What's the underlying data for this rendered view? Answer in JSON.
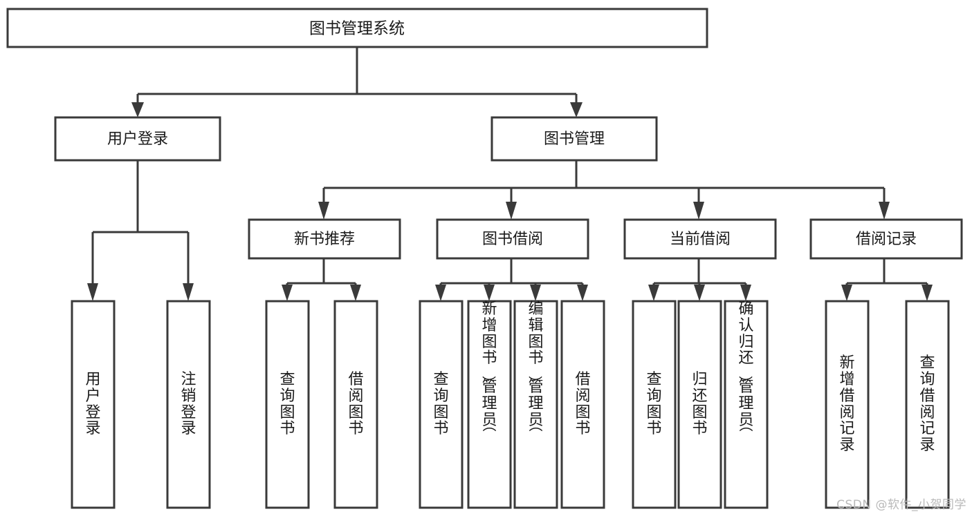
{
  "diagram": {
    "title": "图书管理系统",
    "type": "hierarchy-tree",
    "levels": 4,
    "colors": {
      "box_border": "#3a3a3a",
      "box_fill": "#ffffff",
      "connector": "#3a3a3a",
      "text": "#1a1a1a",
      "background": "#ffffff",
      "watermark": "#b9b9b9"
    },
    "root": {
      "label": "图书管理系统",
      "orientation": "horizontal"
    },
    "level2": [
      {
        "id": "user-login",
        "label": "用户登录",
        "orientation": "horizontal"
      },
      {
        "id": "book-manage",
        "label": "图书管理",
        "orientation": "horizontal"
      }
    ],
    "level3": [
      {
        "id": "new-book-recommend",
        "label": "新书推荐",
        "parent": "book-manage",
        "orientation": "horizontal"
      },
      {
        "id": "book-borrow",
        "label": "图书借阅",
        "parent": "book-manage",
        "orientation": "horizontal"
      },
      {
        "id": "current-borrow",
        "label": "当前借阅",
        "parent": "book-manage",
        "orientation": "horizontal"
      },
      {
        "id": "borrow-record",
        "label": "借阅记录",
        "parent": "book-manage",
        "orientation": "horizontal"
      }
    ],
    "leaves": [
      {
        "id": "leaf-user-login",
        "label": "用户登录",
        "parent": "user-login",
        "orientation": "vertical"
      },
      {
        "id": "leaf-user-logout",
        "label": "注销登录",
        "parent": "user-login",
        "orientation": "vertical"
      },
      {
        "id": "leaf-query-book-1",
        "label": "查询图书",
        "parent": "new-book-recommend",
        "orientation": "vertical"
      },
      {
        "id": "leaf-borrow-book-1",
        "label": "借阅图书",
        "parent": "new-book-recommend",
        "orientation": "vertical"
      },
      {
        "id": "leaf-query-book-2",
        "label": "查询图书",
        "parent": "book-borrow",
        "orientation": "vertical"
      },
      {
        "id": "leaf-add-book",
        "label": "新增图书（管理员）",
        "parent": "book-borrow",
        "orientation": "vertical"
      },
      {
        "id": "leaf-edit-book",
        "label": "编辑图书（管理员）",
        "parent": "book-borrow",
        "orientation": "vertical"
      },
      {
        "id": "leaf-borrow-book-2",
        "label": "借阅图书",
        "parent": "book-borrow",
        "orientation": "vertical"
      },
      {
        "id": "leaf-query-book-3",
        "label": "查询图书",
        "parent": "current-borrow",
        "orientation": "vertical"
      },
      {
        "id": "leaf-return-book",
        "label": "归还图书",
        "parent": "current-borrow",
        "orientation": "vertical"
      },
      {
        "id": "leaf-confirm-return",
        "label": "确认归还（管理员）",
        "parent": "current-borrow",
        "orientation": "vertical"
      },
      {
        "id": "leaf-add-record",
        "label": "新增借阅记录",
        "parent": "borrow-record",
        "orientation": "vertical"
      },
      {
        "id": "leaf-query-record",
        "label": "查询借阅记录",
        "parent": "borrow-record",
        "orientation": "vertical"
      }
    ]
  },
  "watermark": {
    "text": "CSDN @软件_小贺同学"
  }
}
